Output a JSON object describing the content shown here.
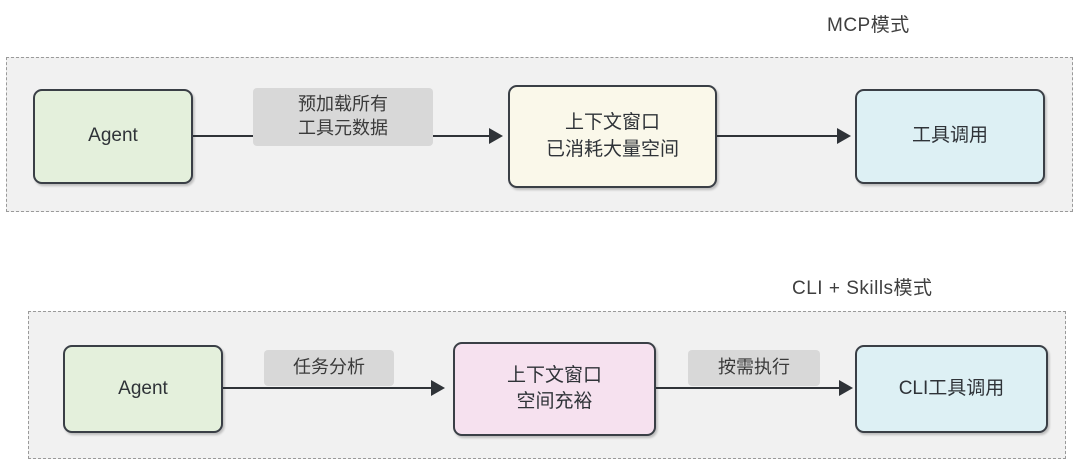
{
  "diagram": {
    "sections": [
      {
        "id": "mcp",
        "title": "MCP模式",
        "nodes": [
          {
            "id": "agent-1",
            "label": "Agent",
            "color": "#e4f0dc"
          },
          {
            "id": "context-1",
            "line1": "上下文窗口",
            "line2": "已消耗大量空间",
            "color": "#faf8ea"
          },
          {
            "id": "tool-1",
            "label": "工具调用",
            "color": "#ddf0f4"
          }
        ],
        "edges": [
          {
            "id": "edge-1",
            "line1": "预加载所有",
            "line2": "工具元数据"
          },
          {
            "id": "edge-2",
            "label": ""
          }
        ]
      },
      {
        "id": "cli",
        "title": "CLI + Skills模式",
        "nodes": [
          {
            "id": "agent-2",
            "label": "Agent",
            "color": "#e4f0dc"
          },
          {
            "id": "context-2",
            "line1": "上下文窗口",
            "line2": "空间充裕",
            "color": "#f6e1ef"
          },
          {
            "id": "tool-2",
            "label": "CLI工具调用",
            "color": "#ddf0f4"
          }
        ],
        "edges": [
          {
            "id": "edge-3",
            "label": "任务分析"
          },
          {
            "id": "edge-4",
            "label": "按需执行"
          }
        ]
      }
    ],
    "palette": {
      "panel_background": "#f1f1f1",
      "panel_border": "#9a9a9a",
      "node_border": "#3a3f46",
      "arrow": "#2f3338",
      "edge_label_background": "#d8d8d8",
      "text": "#2f3338",
      "title": "#3f3f3f",
      "canvas": "#ffffff"
    }
  }
}
